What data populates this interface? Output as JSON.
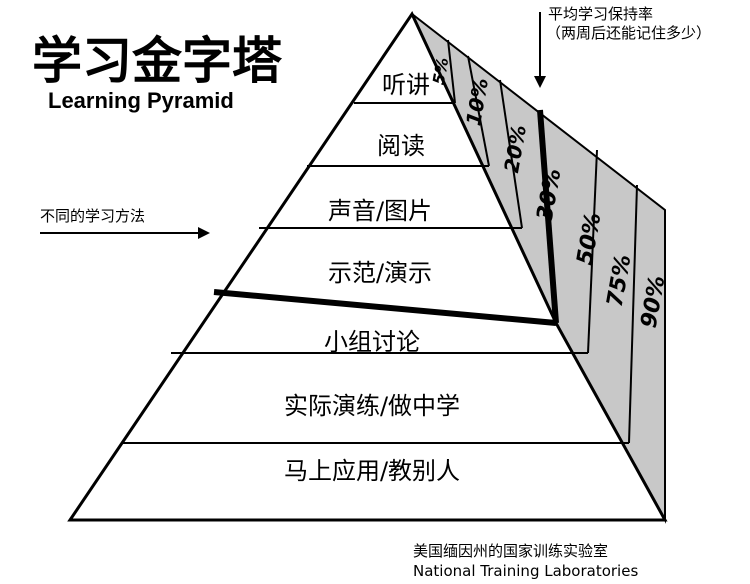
{
  "title": {
    "chinese": "学习金字塔",
    "english": "Learning Pyramid"
  },
  "annotations": {
    "retention_rate_line1": "平均学习保持率",
    "retention_rate_line2": "（两周后还能记住多少）",
    "methods": "不同的学习方法"
  },
  "source": {
    "chinese": "美国缅因州的国家训练实验室",
    "english": "National Training Laboratories"
  },
  "levels": [
    {
      "method": "听讲",
      "retention": "5%"
    },
    {
      "method": "阅读",
      "retention": "10%"
    },
    {
      "method": "声音/图片",
      "retention": "20%"
    },
    {
      "method": "示范/演示",
      "retention": "30%"
    },
    {
      "method": "小组讨论",
      "retention": "50%"
    },
    {
      "method": "实际演练/做中学",
      "retention": "75%"
    },
    {
      "method": "马上应用/教别人",
      "retention": "90%"
    }
  ],
  "colors": {
    "ink": "#000000",
    "side_face": "#c8c8c8",
    "front_face": "#ffffff"
  }
}
